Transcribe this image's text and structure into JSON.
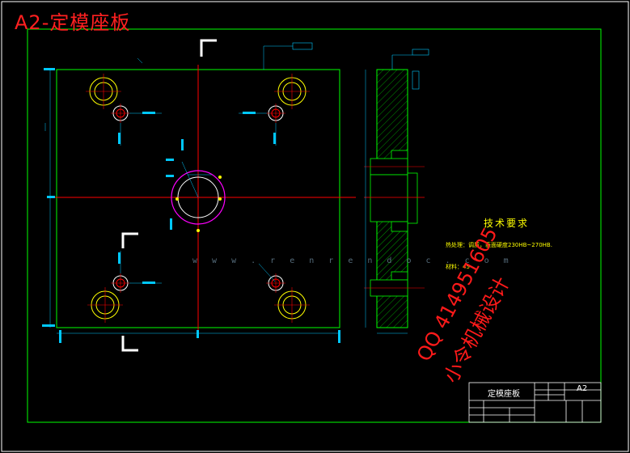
{
  "title": "A2-定模座板",
  "tech_requirements": {
    "heading": "技术要求",
    "line1": "热处理：调质，表面硬度230HB~270HB.",
    "line2": "材料：45"
  },
  "title_block": {
    "part_name": "定模座板",
    "sheet_size": "A2"
  },
  "watermark": {
    "line1": "QQ 414951605",
    "line2": "小令机械设计",
    "url": "w w w . r e n r e n d o c . c o m"
  },
  "colors": {
    "background": "#000000",
    "outline": "#00ff00",
    "centerline": "#ff0000",
    "dimension": "#00c8ff",
    "hole": "#ffff00",
    "accent": "#ff00ff"
  }
}
